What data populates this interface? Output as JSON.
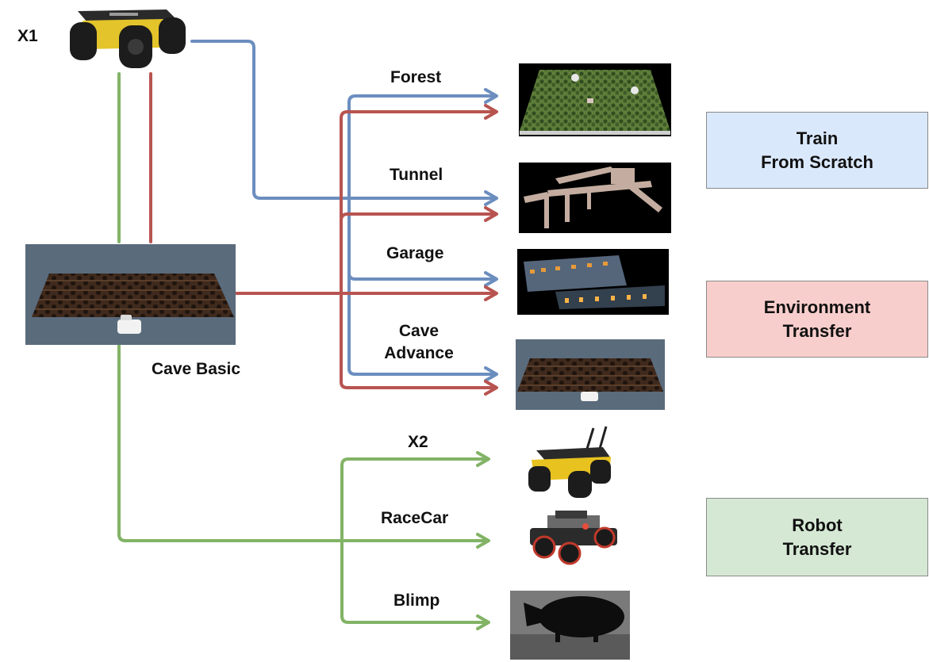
{
  "nodes": {
    "x1": "X1",
    "cave_basic": "Cave Basic",
    "forest": "Forest",
    "tunnel": "Tunnel",
    "garage": "Garage",
    "cave_advance_line1": "Cave",
    "cave_advance_line2": "Advance",
    "x2": "X2",
    "racecar": "RaceCar",
    "blimp": "Blimp"
  },
  "legend": {
    "train": {
      "line1": "Train",
      "line2": "From Scratch",
      "bg": "#dae8fc",
      "border": "#8a8a8a"
    },
    "env": {
      "line1": "Environment",
      "line2": "Transfer",
      "bg": "#f8cecc",
      "border": "#8a8a8a"
    },
    "robot": {
      "line1": "Robot",
      "line2": "Transfer",
      "bg": "#d5e8d4",
      "border": "#8a8a8a"
    }
  },
  "colors": {
    "blue": "#6c8ebf",
    "red": "#b85450",
    "green": "#82b366"
  },
  "icons": {
    "x1": "x1-robot-icon",
    "cave_basic": "cave-basic-environment-image",
    "forest": "forest-environment-image",
    "tunnel": "tunnel-environment-image",
    "garage": "garage-environment-image",
    "cave_advance": "cave-advance-environment-image",
    "x2": "x2-robot-icon",
    "racecar": "racecar-robot-icon",
    "blimp": "blimp-robot-icon"
  }
}
